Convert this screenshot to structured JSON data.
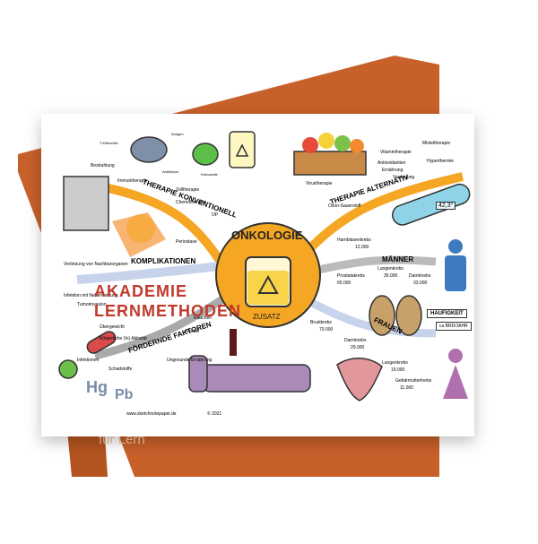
{
  "product": {
    "back_card_text": "für Lern",
    "brand_line1": "AKADEMIE",
    "brand_line2": "LERNMETHODEN"
  },
  "mindmap": {
    "center_title": "ONKOLOGIE",
    "center_sub": "ZUSATZ",
    "footer_url": "www.sketchnotepaper.de",
    "footer_copy": "© 2021",
    "branches": {
      "therapie_konventionell": "THERAPIE KONVENTIONELL",
      "therapie_alternativ": "THERAPIE ALTERNATIV",
      "komplikationen": "KOMPLIKATIONEN",
      "foerdernde_faktoren": "FÖRDERNDE FAKTOREN",
      "maenner": "MÄNNER",
      "frauen": "FRAUEN"
    },
    "konventionell_items": [
      "Bestrahlung",
      "Immuntherapie",
      "Zelltherapie",
      "Chemotherapie",
      "OP"
    ],
    "alternativ_items": [
      "Misteltherapie",
      "Vitamintherapie",
      "Virustherapie",
      "Ozon-Sauerstoff",
      "Hyperthermie",
      "Antioxidantien",
      "Ernährung",
      "Verdauung"
    ],
    "immun_labels": [
      "T-Killerzelle",
      "Antigen",
      "Krebszelle",
      "Antikörper"
    ],
    "komplikation_items": [
      "Periostase",
      "Verletzung von Nachbarorganen",
      "Infektion mit Nebenwirkung",
      "Tumorinvasion"
    ],
    "faktoren_items": [
      "Übergewicht",
      "Körperliche (In) Aktivität",
      "Alkohol",
      "Rauchen",
      "Infektionen",
      "Schadstoffe",
      "Ungesunde Ernährung"
    ],
    "maenner_items": [
      {
        "name": "Harnblasenkrebs",
        "count": "12.000"
      },
      {
        "name": "Lungenkrebs",
        "count": "35.000"
      },
      {
        "name": "Darmkrebs",
        "count": "33.000"
      },
      {
        "name": "Prostatakrebs",
        "count": "65.000"
      }
    ],
    "frauen_items": [
      {
        "name": "Brustkrebs",
        "count": "70.000"
      },
      {
        "name": "Darmkrebs",
        "count": "29.000"
      },
      {
        "name": "Lungenkrebs",
        "count": "19.000"
      },
      {
        "name": "Gebärmutterkrebs",
        "count": "11.000"
      }
    ],
    "haeufigkeit": "HÄUFIGKEIT",
    "haeufigkeit_sub": "ca BRD/JAHR",
    "thermometer_value": "42,3°",
    "element_hg": "Hg",
    "element_pb": "Pb"
  }
}
